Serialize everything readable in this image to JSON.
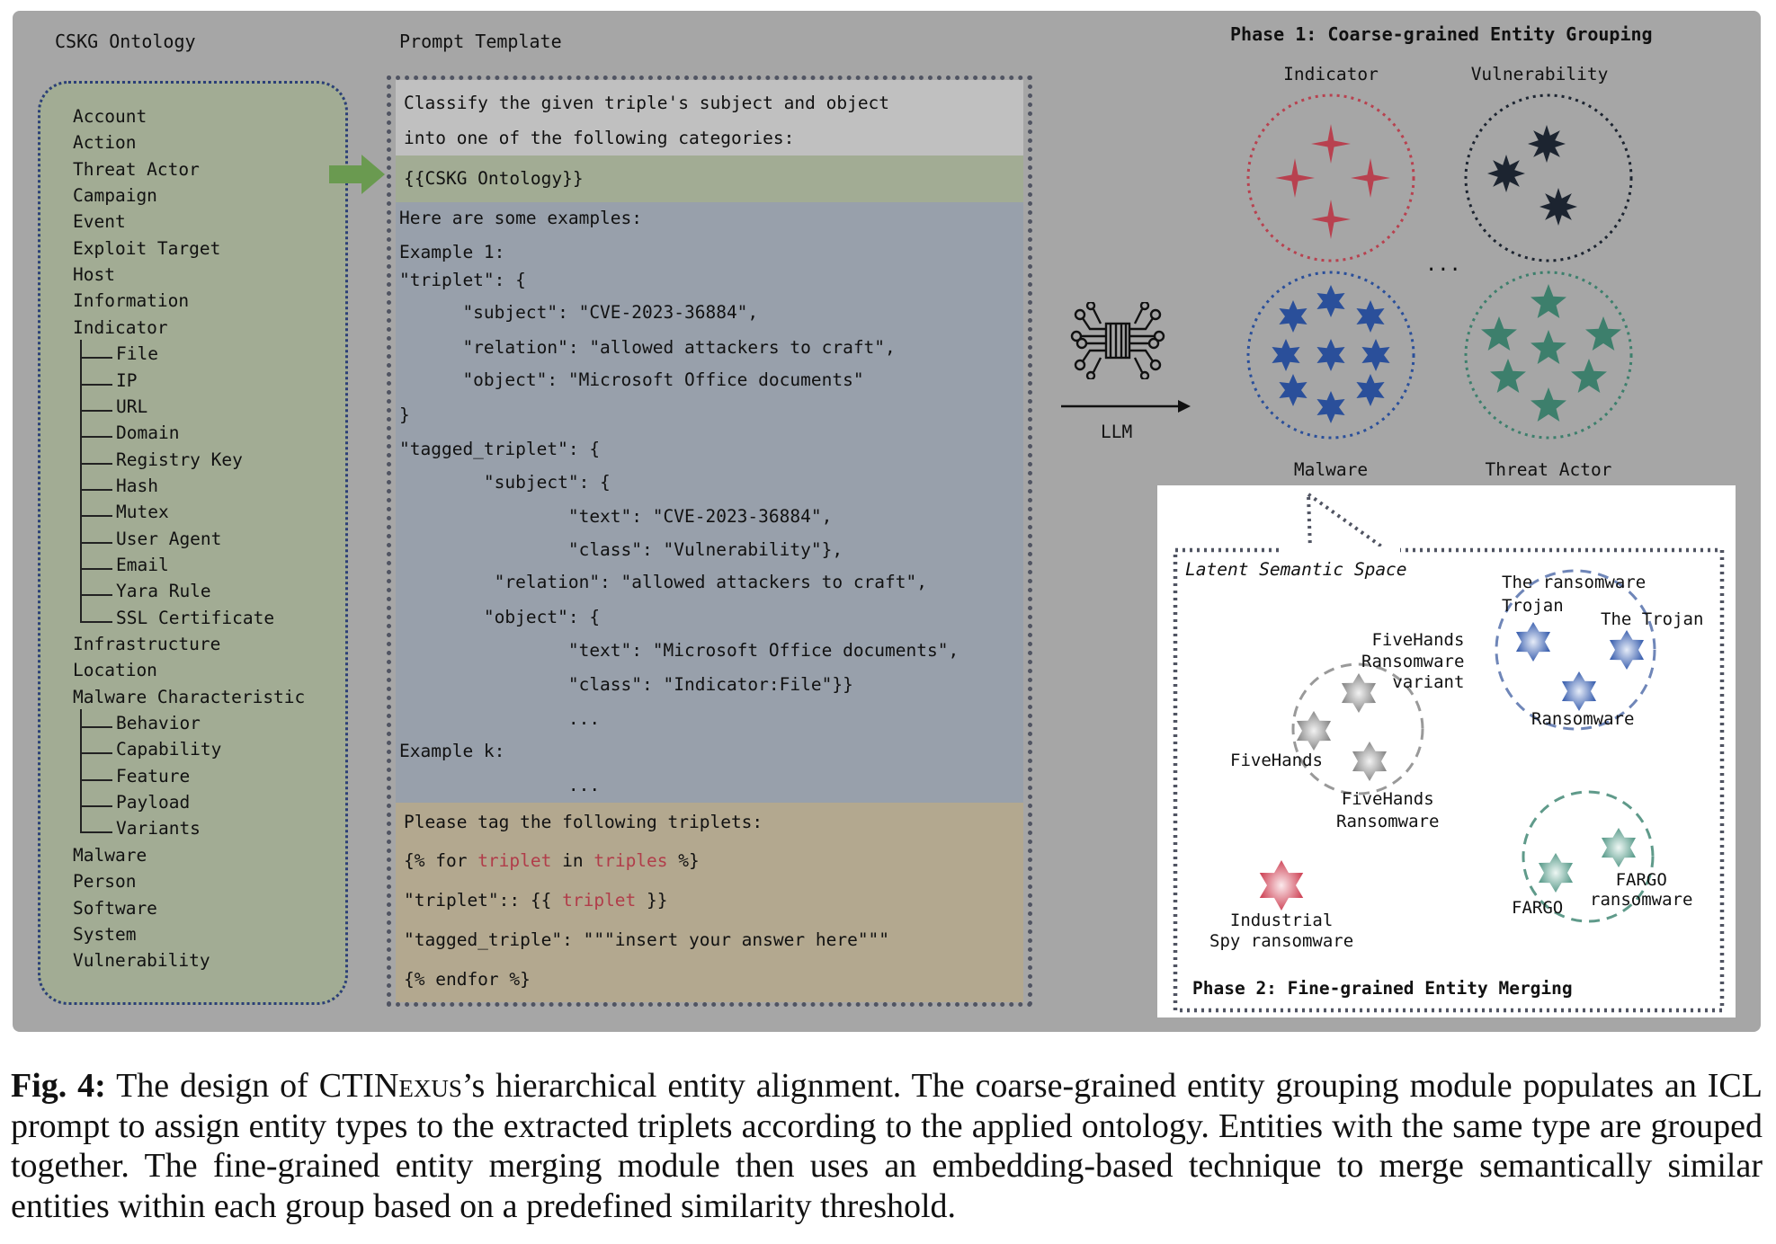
{
  "ontology": {
    "heading": "CSKG Ontology",
    "top_items": [
      "Account",
      "Action",
      "Threat Actor",
      "Campaign",
      "Event",
      "Exploit Target",
      "Host",
      "Information",
      "Indicator"
    ],
    "indicator_children": [
      "File",
      "IP",
      "URL",
      "Domain",
      "Registry Key",
      "Hash",
      "Mutex",
      "User Agent",
      "Email",
      "Yara Rule",
      "SSL Certificate"
    ],
    "mid_items": [
      "Infrastructure",
      "Location",
      "Malware Characteristic"
    ],
    "malware_char_children": [
      "Behavior",
      "Capability",
      "Feature",
      "Payload",
      "Variants"
    ],
    "bottom_items": [
      "Malware",
      "Person",
      "Software",
      "System",
      "Vulnerability"
    ]
  },
  "prompt": {
    "heading": "Prompt Template",
    "intro_1": "Classify the given triple's subject and object",
    "intro_2": "into one of the following categories:",
    "ontology_slot": "{{CSKG Ontology}}",
    "examples": [
      "Here are some examples:",
      "Example 1:",
      "\"triplet\": {",
      "      \"subject\": \"CVE-2023-36884\",",
      "      \"relation\": \"allowed attackers to craft\",",
      "      \"object\": \"Microsoft Office documents\"",
      "}",
      "\"tagged_triplet\": {",
      "        \"subject\": {",
      "                \"text\": \"CVE-2023-36884\",",
      "                \"class\": \"Vulnerability\"},",
      "         \"relation\": \"allowed attackers to craft\",",
      "        \"object\": {",
      "                \"text\": \"Microsoft Office documents\",",
      "                \"class\": \"Indicator:File\"}}",
      "                ...",
      "Example k:",
      "                ..."
    ],
    "tag_heading": "Please tag the following triplets:",
    "for_pre": "{% for ",
    "for_var": "triplet",
    "for_mid": " in ",
    "for_coll": "triples",
    "for_post": " %}",
    "trip_pre": "\"triplet\":: {{ ",
    "trip_var": "triplet",
    "trip_post": " }}",
    "tagged_line": "\"tagged_triple\": \"\"\"insert your answer here\"\"\"",
    "endfor": "{% endfor %}"
  },
  "llm": {
    "label": "LLM"
  },
  "phase1": {
    "title": "Phase 1: Coarse-grained Entity Grouping",
    "groups": [
      {
        "name": "Indicator",
        "color": "#b8414f"
      },
      {
        "name": "Vulnerability",
        "color": "#1c2430"
      },
      {
        "name": "Malware",
        "color": "#2a4f9a"
      },
      {
        "name": "Threat Actor",
        "color": "#3d7f6c"
      }
    ],
    "ellipsis": "..."
  },
  "phase2": {
    "title": "Phase 2: Fine-grained Entity Merging",
    "space_label": "Latent Semantic Space",
    "labels": {
      "ransomware_trojan": "The ransomware\nTrojan",
      "the_trojan": "The Trojan",
      "ransomware": "Ransomware",
      "fivehands_variant": "FiveHands\nRansomware\nvariant",
      "fivehands": "FiveHands",
      "fivehands_ransomware": "FiveHands\nRansomware",
      "industrial": "Industrial\nSpy ransomware",
      "fargo": "FARGO",
      "fargo_ransomware": "FARGO\nransomware"
    }
  },
  "caption": {
    "fig": "Fig. 4:",
    "pre": " The design of CTI",
    "brand_sc": "Nexus",
    "post": "’s hierarchical entity alignment. The coarse-grained entity grouping module populates an ICL prompt to assign entity types to the extracted triplets according to the applied ontology. Entities with the same type are grouped together. The fine-grained entity merging module then uses an embedding-based technique to merge semantically similar entities within each group based on a predefined similarity threshold."
  }
}
